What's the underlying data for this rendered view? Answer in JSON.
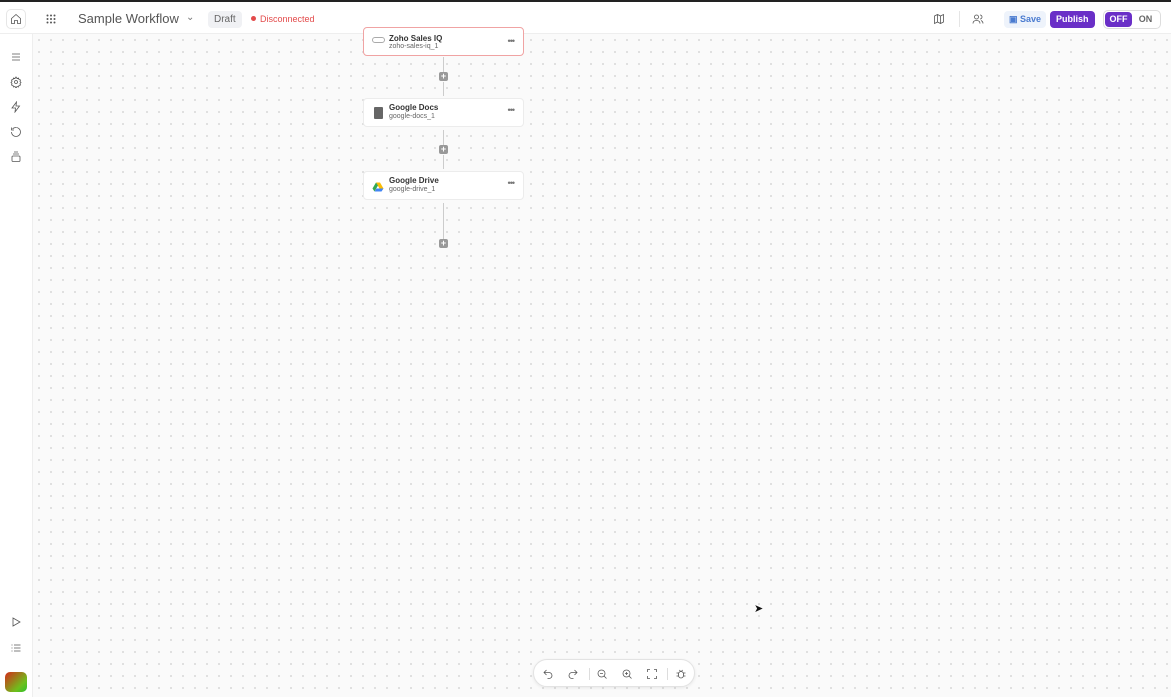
{
  "header": {
    "title": "Sample Workflow",
    "status_badge": "Draft",
    "connection_status": "Disconnected",
    "save_label": "Save",
    "publish_label": "Publish",
    "toggle": {
      "off_label": "OFF",
      "on_label": "ON",
      "selected": "OFF"
    }
  },
  "sidebar": {
    "items": [
      "menu-icon",
      "settings-icon",
      "zap-icon",
      "history-icon",
      "layers-icon"
    ],
    "bottom_items": [
      "play-icon",
      "list-icon"
    ]
  },
  "nodes": [
    {
      "title": "Zoho Sales IQ",
      "id": "zoho-sales-iq_1",
      "icon": "zoho-icon",
      "error": true
    },
    {
      "title": "Google Docs",
      "id": "google-docs_1",
      "icon": "google-docs-icon",
      "error": false
    },
    {
      "title": "Google Drive",
      "id": "google-drive_1",
      "icon": "google-drive-icon",
      "error": false
    }
  ],
  "toolbar": [
    "undo-icon",
    "redo-icon",
    "zoom-out-icon",
    "zoom-in-icon",
    "fit-view-icon",
    "debug-icon"
  ],
  "colors": {
    "accent": "#6a2fc7",
    "error": "#e34b4b",
    "save": "#4a7bd0"
  }
}
